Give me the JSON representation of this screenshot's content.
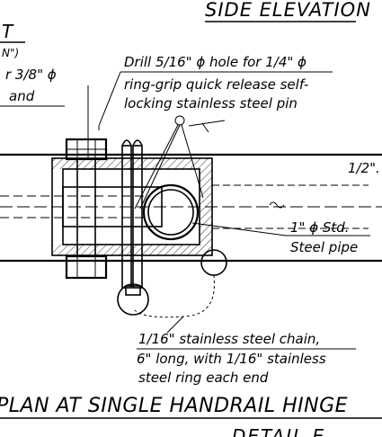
{
  "headings": {
    "side_elevation": "SIDE ELEVATION",
    "plan_title": "PLAN AT SINGLE HANDRAIL HINGE",
    "detail_title": "DETAIL E"
  },
  "left_note": {
    "line1": "T",
    "line2": "N\")",
    "line3": "r 3/8\" ϕ",
    "line4": "and"
  },
  "drill_note": {
    "line1": "Drill 5/16\" ϕ hole for 1/4\" ϕ",
    "line2": "ring-grip quick release self-",
    "line3": "locking stainless steel pin"
  },
  "dim_note": "1/2\".",
  "pipe_note": {
    "line1": "1\" ϕ Std.",
    "line2": "Steel pipe"
  },
  "chain_note": {
    "line1": "1/16\" stainless steel chain,",
    "line2": "6\" long, with 1/16\" stainless",
    "line3": "steel ring each end"
  }
}
